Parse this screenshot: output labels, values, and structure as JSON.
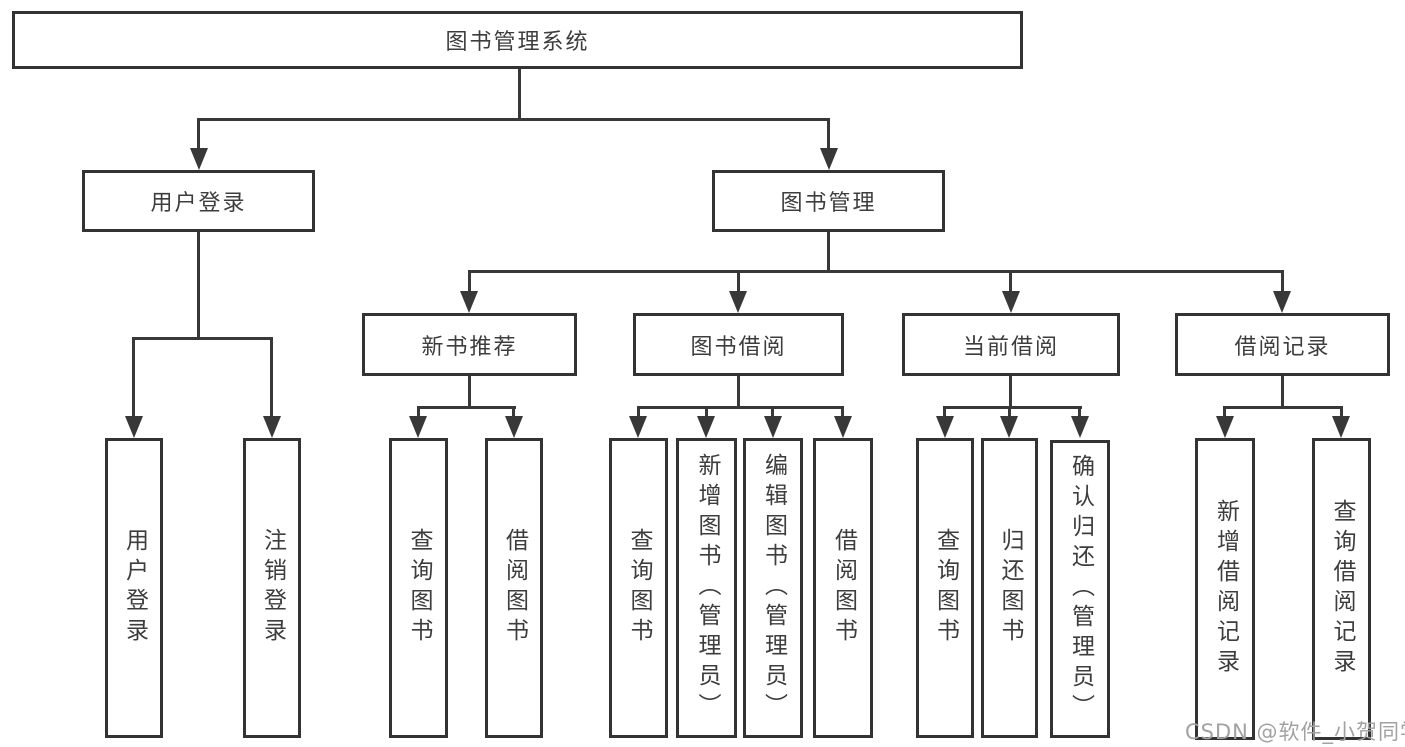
{
  "colors": {
    "line": "#383838",
    "border": "#333333",
    "text": "#3d3d3d",
    "watermark": "#a2a2a2",
    "bg": "#ffffff"
  },
  "tree": {
    "root": "图书管理系统",
    "level2": {
      "user_login": "用户登录",
      "book_management": "图书管理"
    },
    "level3": {
      "new_book_recommend": "新书推荐",
      "book_borrowing": "图书借阅",
      "current_borrowing": "当前借阅",
      "borrowing_records": "借阅记录"
    },
    "leaves": {
      "login_user_login": "用户登录",
      "login_logout": "注销登录",
      "recommend_query_books": "查询图书",
      "recommend_borrow_books": "借阅图书",
      "borrow_query_books": "查询图书",
      "borrow_add_books": "新增图书（管理员）",
      "borrow_edit_books": "编辑图书（管理员）",
      "borrow_borrow_books": "借阅图书",
      "current_query_books": "查询图书",
      "current_return_books": "归还图书",
      "current_confirm_return": "确认归还（管理员）",
      "records_add_record": "新增借阅记录",
      "records_query_record": "查询借阅记录"
    }
  },
  "watermark": "CSDN @软件_小贺同学"
}
